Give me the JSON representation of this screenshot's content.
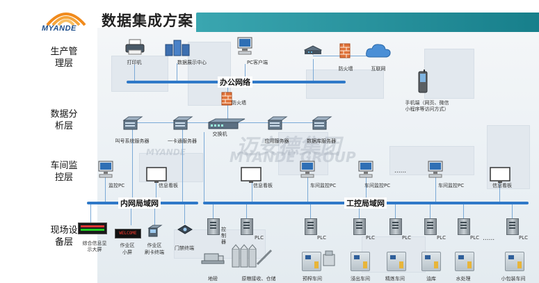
{
  "title": "数据集成方案",
  "brand": "MYANDE",
  "watermark": {
    "cn": "迈安德集团",
    "en": "MYANDE GROUP",
    "small": "MYANDE"
  },
  "layers": {
    "management": [
      "生产管",
      "理层"
    ],
    "analysis": [
      "数据分",
      "析层"
    ],
    "workshop": [
      "车间监",
      "控层"
    ],
    "field": [
      "现场设",
      "备层"
    ]
  },
  "networks": {
    "office": "办公网络",
    "internal": "内网局域网",
    "industrial": "工控局域网"
  },
  "management_devices": {
    "printer": "打印机",
    "display_center": "数据展示中心",
    "pc_client": "PC客户端",
    "firewall_top": "防火墙",
    "internet": "互联网",
    "mobile": [
      "手机端（网页、微信",
      "小程序等访问方式）"
    ]
  },
  "analysis_devices": {
    "firewall_mid": "防火墙",
    "switch": "交换机",
    "call_server": "叫号系统服务器",
    "card_server": "一卡通服务器",
    "app_server": "应用服务器",
    "db_server": "数据库服务器"
  },
  "workshop_devices": {
    "monitor_pc_1": "监控PC",
    "info_board_1": "信息看板",
    "info_board_2": "信息看板",
    "workshop_pc_1": "车间监控PC",
    "workshop_pc_2": "车间监控PC",
    "workshop_pc_3": "车间监控PC",
    "info_board_3": "信息看板",
    "ellipsis": "......"
  },
  "field_devices": {
    "led_screen": "综合信息显示大屏",
    "screen_text": "WELCOME",
    "area_screen": [
      "作业区",
      "小屏"
    ],
    "card_terminal": [
      "作业区",
      "刷卡终端"
    ],
    "gate_terminal": "门禁终端",
    "control_cabinet": [
      "控",
      "制",
      "器"
    ],
    "plc": "PLC",
    "weighbridge": "地磅",
    "receiving": "原粮接收、仓储",
    "pretreatment": "预榨车间",
    "extraction": "浸出车间",
    "refining": "精炼车间",
    "tank": "油库",
    "water": "水处理",
    "packaging": "小包装车间",
    "ellipsis": "......"
  },
  "colors": {
    "accent": "#1f8a96",
    "bus": "#2f79c8",
    "firewall": "#e0733a",
    "logo_orange": "#f08a1c",
    "brand_blue": "#1e4f8c"
  }
}
